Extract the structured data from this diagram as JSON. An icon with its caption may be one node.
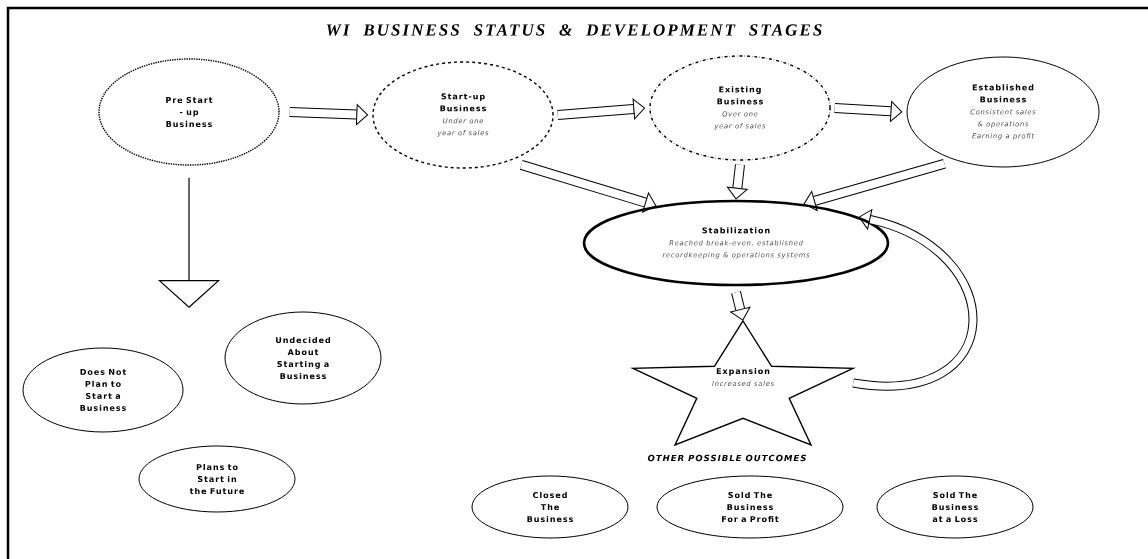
{
  "diagram": {
    "title": "WI BUSINESS STATUS & DEVELOPMENT STAGES",
    "nodes": [
      {
        "text": [
          "Pre Start - up Business"
        ]
      },
      {
        "text": [
          "Start-up Business",
          "Under one year of sales"
        ]
      },
      {
        "text": [
          "Existing Business",
          "Over one year of sales"
        ]
      },
      {
        "text": [
          "Established Business",
          "Consistent sales & operations Earning a profit"
        ]
      },
      {
        "text": [
          "Stabilization",
          "Reached break-even, established recordkeeping & operations systems"
        ]
      },
      {
        "text": [
          "Expansion",
          "Increased sales"
        ]
      },
      {
        "text": [
          "Undecided About Starting a Business"
        ]
      },
      {
        "text": [
          "Does Not Plan to Start a Business"
        ]
      },
      {
        "text": [
          "Plans to Start in the Future"
        ]
      },
      {
        "text": [
          "Closed The Business"
        ]
      },
      {
        "text": [
          "Sold The Business For a Profit"
        ]
      },
      {
        "text": [
          "Sold The Business at a Loss"
        ]
      }
    ],
    "edges": [
      {
        "from": 0,
        "to": 1,
        "arrow": "to"
      },
      {
        "from": 1,
        "to": 2,
        "arrow": "to"
      },
      {
        "from": 2,
        "to": 3,
        "arrow": "to"
      },
      {
        "from": 1,
        "to": 4,
        "arrow": "to"
      },
      {
        "from": 2,
        "to": 4,
        "arrow": "to"
      },
      {
        "from": 3,
        "to": 4,
        "arrow": "to"
      },
      {
        "from": 4,
        "to": 5,
        "arrow": "to"
      },
      {
        "from": 5,
        "to": 4,
        "arrow": "to"
      },
      {
        "from": 0,
        "to": null,
        "arrow": "to"
      }
    ],
    "labels": [
      "OTHER POSSIBLE OUTCOMES"
    ]
  }
}
